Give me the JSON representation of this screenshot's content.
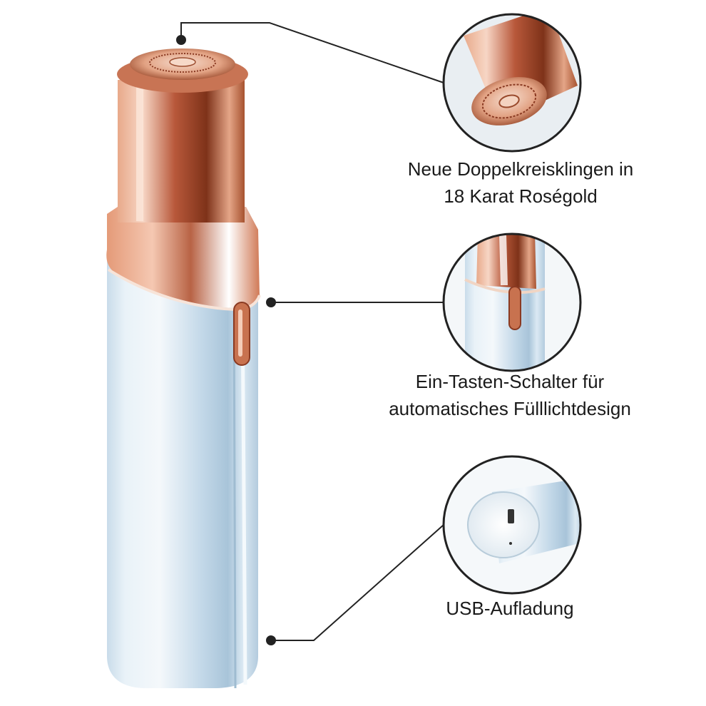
{
  "callouts": [
    {
      "name": "blade-head",
      "lines": [
        "Neue Doppelkreisklingen in",
        "18 Karat Roségold"
      ]
    },
    {
      "name": "power-switch",
      "lines": [
        "Ein-Tasten-Schalter für",
        "automatisches Fülllichtdesign"
      ]
    },
    {
      "name": "usb-port",
      "lines": [
        "USB-Aufladung"
      ]
    }
  ],
  "colors": {
    "rose_gold_light": "#f7d2bf",
    "rose_gold": "#d88a67",
    "rose_gold_dark": "#8a3a22",
    "body_light": "#f2f7fb",
    "body_blue": "#b8d2e6",
    "body_shadow": "#8fb0c8",
    "leader_line": "#222222"
  }
}
